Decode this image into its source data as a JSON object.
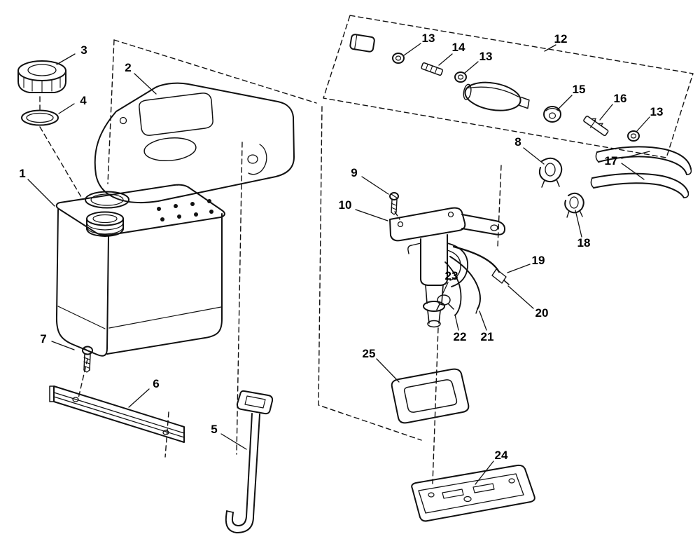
{
  "diagram": {
    "background_color": "#ffffff",
    "line_color": "#111111"
  },
  "labels": [
    {
      "text": "1"
    },
    {
      "text": "2"
    },
    {
      "text": "3"
    },
    {
      "text": "4"
    },
    {
      "text": "5"
    },
    {
      "text": "6"
    },
    {
      "text": "7"
    },
    {
      "text": "8"
    },
    {
      "text": "9"
    },
    {
      "text": "10"
    },
    {
      "text": "12"
    },
    {
      "text": "13"
    },
    {
      "text": "13"
    },
    {
      "text": "13"
    },
    {
      "text": "14"
    },
    {
      "text": "15"
    },
    {
      "text": "16"
    },
    {
      "text": "17"
    },
    {
      "text": "18"
    },
    {
      "text": "19"
    },
    {
      "text": "20"
    },
    {
      "text": "21"
    },
    {
      "text": "22"
    },
    {
      "text": "23"
    },
    {
      "text": "24"
    },
    {
      "text": "25"
    }
  ]
}
